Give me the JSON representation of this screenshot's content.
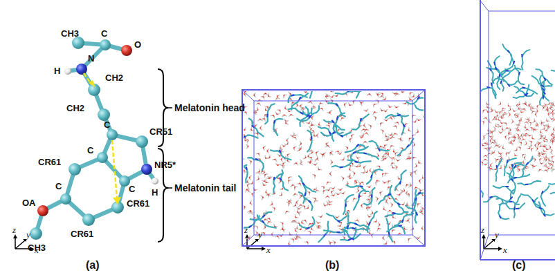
{
  "diagram": {
    "labels": [
      "CH3",
      "C",
      "O",
      "H",
      "N",
      "CH2",
      "CH2",
      "C",
      "CR51",
      "NR5*",
      "CR61",
      "C",
      "C",
      "H",
      "CR61",
      "C",
      "OA",
      "CR61",
      "CH3",
      "Melatonin head",
      "Melatonin tail",
      "z",
      "y",
      "x",
      "(a)",
      "z",
      "y",
      "x",
      "(b)",
      "z",
      "y",
      "x",
      "(c)"
    ]
  }
}
